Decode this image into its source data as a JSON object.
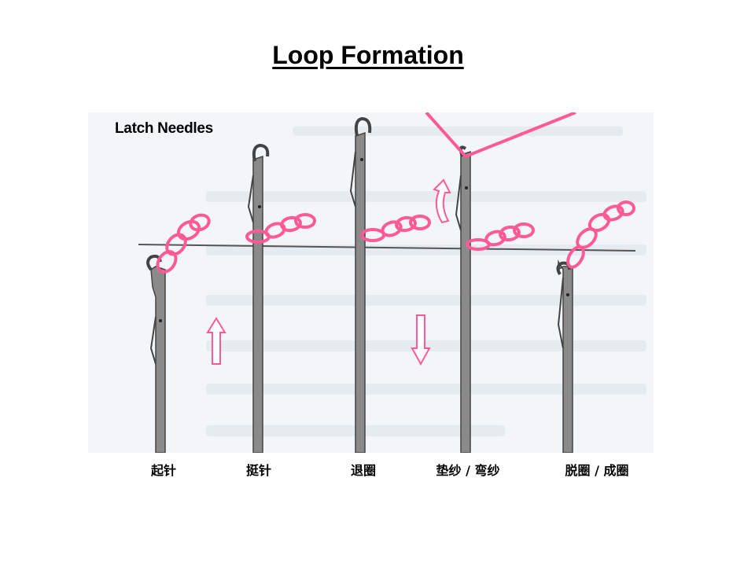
{
  "slide": {
    "title": "Loop Formation",
    "panel_label": "Latch Needles"
  },
  "stages": [
    {
      "label": "起针"
    },
    {
      "label": "挺针"
    },
    {
      "label": "退圈"
    },
    {
      "label": "垫纱 / 弯纱"
    },
    {
      "label": "脱圈 / 成圈"
    }
  ],
  "colors": {
    "yarn": "#ff5a96",
    "needle": "#8a8a8a",
    "panel_bg": "#f2f5f8"
  }
}
